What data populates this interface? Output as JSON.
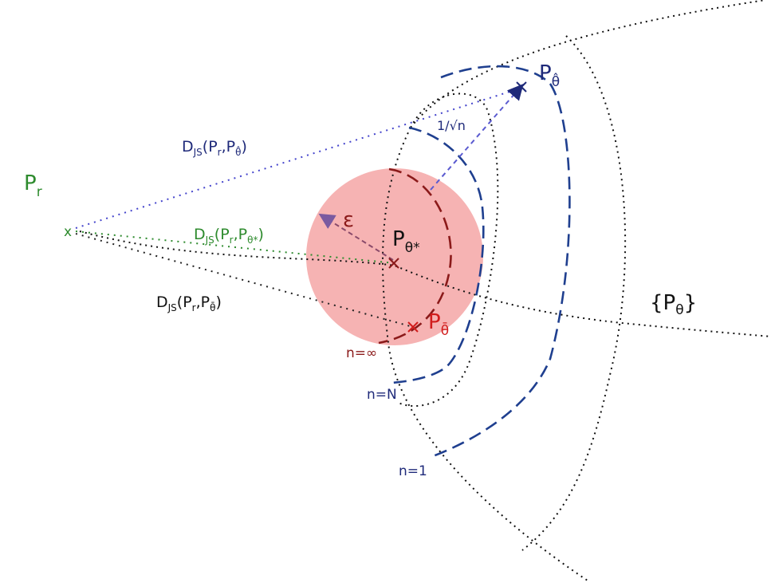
{
  "colors": {
    "blue": "#1f3f8f",
    "navy": "#1f2a7a",
    "green": "#2e8b2e",
    "darkred": "#8b1a1a",
    "red": "#d11c1c",
    "black": "#111111",
    "disk": "#f4a6a6",
    "arrow": "#7a5aa0"
  },
  "labels": {
    "p_r": {
      "main": "P",
      "sub": "r"
    },
    "p_hat": {
      "main": "P",
      "sub": "θ̂"
    },
    "p_star": {
      "main": "P",
      "sub": "θ*"
    },
    "p_bar": {
      "main": "P",
      "sub": "θ̄"
    },
    "family": {
      "open": "{P",
      "sub": "θ",
      "close": "}"
    },
    "epsilon": "ε",
    "one_over_sqrt_n": "1/√n",
    "d_js_hat": {
      "pre": "D",
      "sub": "JS",
      "args": "(P",
      "args_sub": "r",
      "comma": ",P",
      "target_sub": "θ̂",
      "close": ")"
    },
    "d_js_star": {
      "pre": "D",
      "sub": "JS",
      "args": "(P",
      "args_sub": "r",
      "comma": ",P",
      "target_sub": "θ*",
      "close": ")"
    },
    "d_js_bar": {
      "pre": "D",
      "sub": "JS",
      "args": "(P",
      "args_sub": "r",
      "comma": ",P",
      "target_sub": "θ̄",
      "close": ")"
    },
    "n_inf": "n=∞",
    "n_N": "n=N",
    "n_1": "n=1",
    "x_mark": "x"
  }
}
